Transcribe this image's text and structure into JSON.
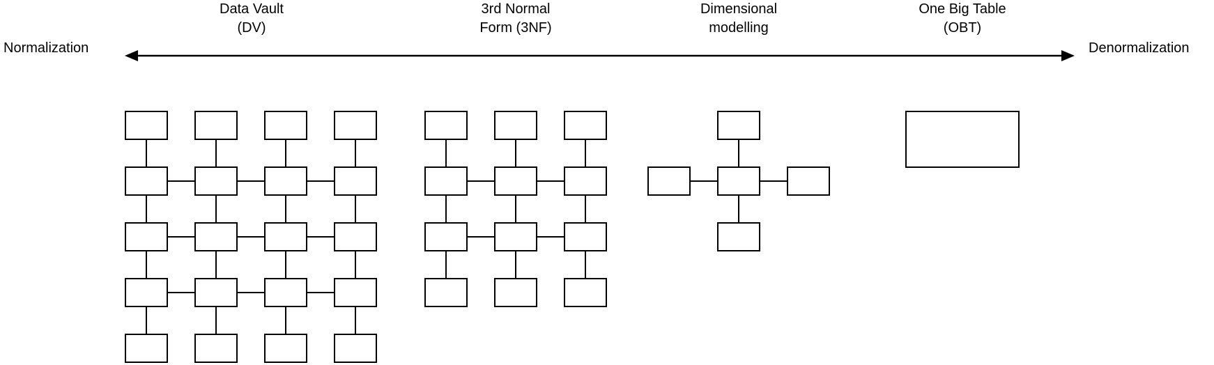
{
  "axis": {
    "left_label": "Normalization",
    "right_label": "Denormalization",
    "arrow_style": "double-headed-horizontal-arrow"
  },
  "colors": {
    "background": "#ffffff",
    "box_fill": "#ffffff",
    "box_border": "#000000",
    "connector": "#000000",
    "arrow": "#000000",
    "text": "#000000"
  },
  "spectrum_items": [
    {
      "id": "data-vault",
      "title_line1": "Data Vault",
      "title_line2": "(DV)",
      "schema": {
        "type": "grid",
        "columns": 4,
        "rows": 5,
        "box_count": 20,
        "horizontal_links_on_rows": [
          2,
          3,
          4
        ],
        "vertical_links": "between-all-consecutive-rows-every-column"
      }
    },
    {
      "id": "third-normal-form",
      "title_line1": "3rd Normal",
      "title_line2": "Form (3NF)",
      "schema": {
        "type": "grid",
        "columns": 3,
        "rows": 4,
        "box_count": 12,
        "horizontal_links_on_rows": [
          2,
          3
        ],
        "vertical_links": "between-all-consecutive-rows-every-column"
      }
    },
    {
      "id": "dimensional-modelling",
      "title_line1": "Dimensional",
      "title_line2": "modelling",
      "schema": {
        "type": "star",
        "fact_tables": 1,
        "dimension_tables": 4,
        "satellite_positions": [
          "top",
          "left",
          "right",
          "bottom"
        ]
      }
    },
    {
      "id": "one-big-table",
      "title_line1": "One Big Table",
      "title_line2": "(OBT)",
      "schema": {
        "type": "single-table",
        "box_count": 1
      }
    }
  ]
}
